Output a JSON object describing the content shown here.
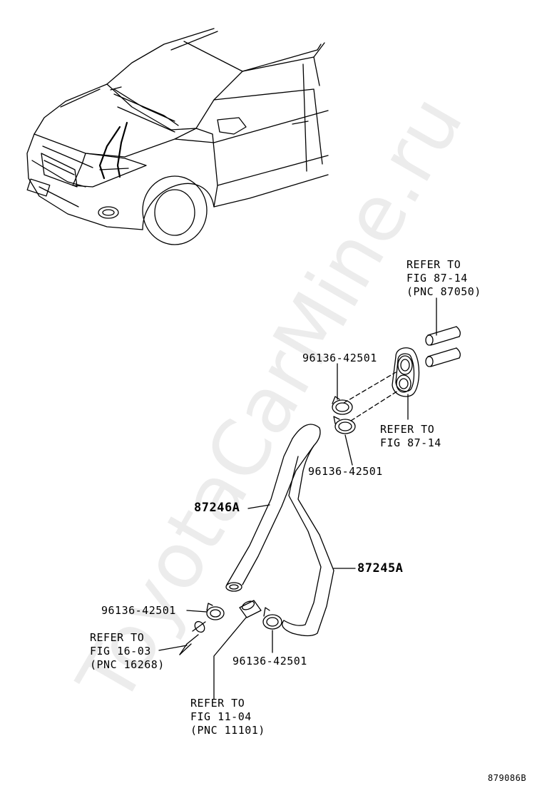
{
  "watermark": "ToyotaCarMine.ru",
  "labels": {
    "refer_top_1": "REFER TO",
    "refer_top_2": "FIG 87-14",
    "refer_top_3": "(PNC 87050)",
    "clamp_top": "96136-42501",
    "refer_grommet_1": "REFER TO",
    "refer_grommet_2": "FIG 87-14",
    "clamp_mid": "96136-42501",
    "hose_a": "87246A",
    "hose_b": "87245A",
    "clamp_left": "96136-42501",
    "refer_left_1": "REFER TO",
    "refer_left_2": "FIG 16-03",
    "refer_left_3": "(PNC 16268)",
    "clamp_bottom": "96136-42501",
    "refer_bottom_1": "REFER TO",
    "refer_bottom_2": "FIG 11-04",
    "refer_bottom_3": "(PNC 11101)",
    "figure_id": "879086B"
  }
}
